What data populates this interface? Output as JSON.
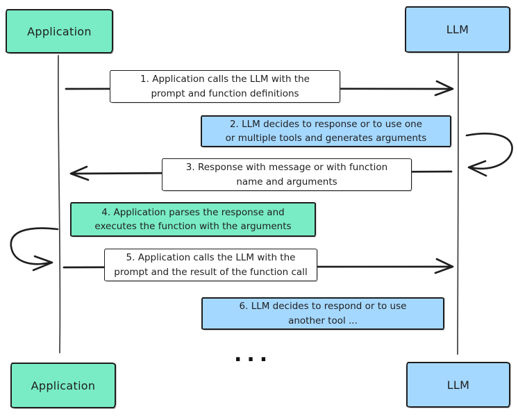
{
  "diagram": {
    "type": "sequence-diagram",
    "topic": "LLM function calling flow between an Application and an LLM",
    "colors": {
      "actor_green_fill": "#79ecc6",
      "actor_blue_fill": "#a5d8ff",
      "message_white_fill": "#ffffff",
      "stroke": "#1e1e1e",
      "background": "#ffffff"
    },
    "actors": {
      "top_left": {
        "label": "Application"
      },
      "top_right": {
        "label": "LLM"
      },
      "bottom_left": {
        "label": "Application"
      },
      "bottom_right": {
        "label": "LLM"
      }
    },
    "steps": [
      {
        "style": "white",
        "arrow": "application-to-llm",
        "lines": [
          "1. Application calls the LLM with the",
          "prompt and function definitions"
        ]
      },
      {
        "style": "blue",
        "arrow": "llm-self-loop",
        "lines": [
          "2. LLM decides to response or to use one",
          "or multiple tools and generates arguments"
        ]
      },
      {
        "style": "white",
        "arrow": "llm-to-application",
        "lines": [
          "3. Response with message or with function",
          "name and arguments"
        ]
      },
      {
        "style": "green",
        "arrow": "application-self-loop",
        "lines": [
          "4. Application parses the response and",
          "executes the function with the arguments"
        ]
      },
      {
        "style": "white",
        "arrow": "application-to-llm",
        "lines": [
          "5. Application calls the LLM with the",
          "prompt and the result of the function call"
        ]
      },
      {
        "style": "blue",
        "arrow": "none",
        "lines": [
          "6. LLM decides to respond or to use",
          "another tool ..."
        ]
      }
    ],
    "ellipsis": "..."
  }
}
